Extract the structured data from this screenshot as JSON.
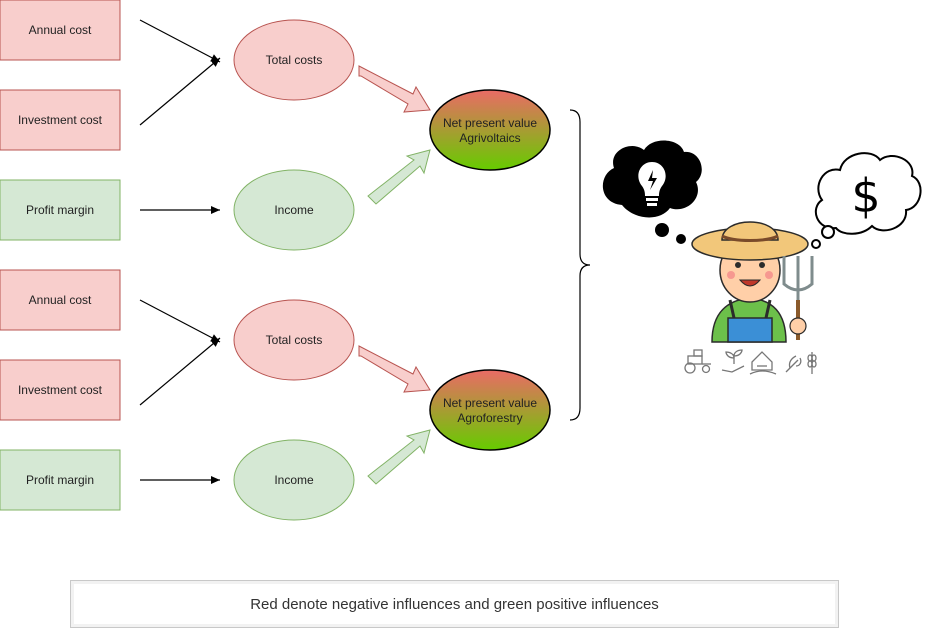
{
  "group1": {
    "annual_cost": "Annual cost",
    "investment_cost": "Investment cost",
    "profit_margin": "Profit margin",
    "total_costs": "Total costs",
    "income": "Income",
    "npv_line1": "Net present value",
    "npv_line2": "Agrivoltaics"
  },
  "group2": {
    "annual_cost": "Annual cost",
    "investment_cost": "Investment cost",
    "profit_margin": "Profit margin",
    "total_costs": "Total costs",
    "income": "Income",
    "npv_line1": "Net present value",
    "npv_line2": "Agroforestry"
  },
  "legend": "Red denote negative influences and green positive influences",
  "colors": {
    "negative_fill": "#f8cecc",
    "negative_stroke": "#b85450",
    "positive_fill": "#d5e8d4",
    "positive_stroke": "#82b366",
    "npv_top": "#ea6b66",
    "npv_bottom": "#66cc00"
  },
  "icons": [
    "lightbulb-thought-icon",
    "dollar-thought-icon",
    "farmer-icon",
    "tractor-icon",
    "seedling-hand-icon",
    "barn-field-icon",
    "sprout-icon",
    "wheat-icon"
  ]
}
